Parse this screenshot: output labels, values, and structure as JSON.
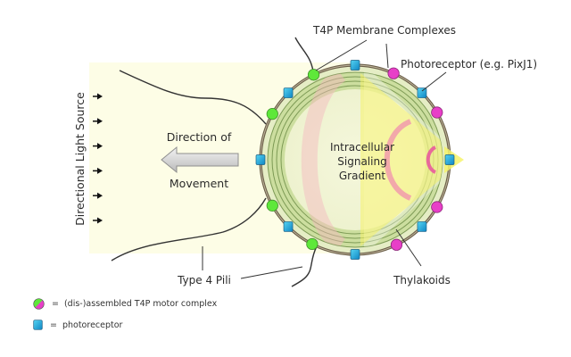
{
  "diagram": {
    "title_labels": {
      "t4p_membrane_complexes": "T4P Membrane Complexes",
      "photoreceptor": "Photoreceptor (e.g. PixJ1)",
      "light_source": "Directional Light Source",
      "direction_line1": "Direction of",
      "direction_line2": "Movement",
      "gradient_line1": "Intracellular",
      "gradient_line2": "Signaling",
      "gradient_line3": "Gradient",
      "type4_pili": "Type 4 Pili",
      "thylakoids": "Thylakoids"
    },
    "light_arrow_count": 6,
    "membrane_nodes": {
      "green_count": 4,
      "magenta_count": 4,
      "photoreceptor_count": 8
    },
    "colors": {
      "light_field": "#fdfde6",
      "thylakoid_green": "#c9dc9a",
      "membrane": "#6b5e48",
      "t4p_green": "#5ee83a",
      "t4p_magenta": "#e83fc8",
      "photoreceptor_blue": "#1ea8dc",
      "light_cone": "#f6f36a",
      "gradient_pink": "#f3a3b8"
    }
  },
  "legend": [
    {
      "symbol": "split-circle-green-magenta",
      "equals": "=",
      "label": "(dis-)assembled T4P motor complex"
    },
    {
      "symbol": "blue-square",
      "equals": "=",
      "label": "photoreceptor"
    }
  ]
}
